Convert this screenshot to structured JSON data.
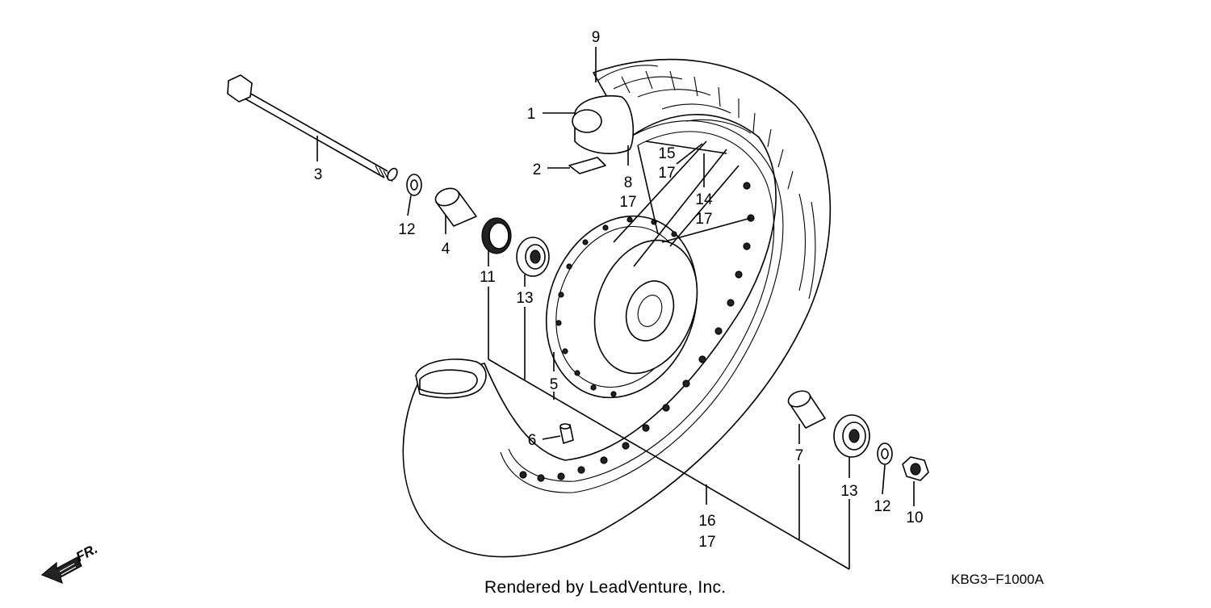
{
  "diagram": {
    "part_numbers": [
      "1",
      "2",
      "3",
      "4",
      "5",
      "6",
      "7",
      "8",
      "9",
      "10",
      "11",
      "12",
      "12",
      "13",
      "13",
      "14",
      "15",
      "16",
      "17",
      "17",
      "17",
      "17"
    ],
    "direction_label": "FR.",
    "footer_credit": "Rendered by LeadVenture, Inc.",
    "diagram_code": "KBG3−F1000A"
  }
}
